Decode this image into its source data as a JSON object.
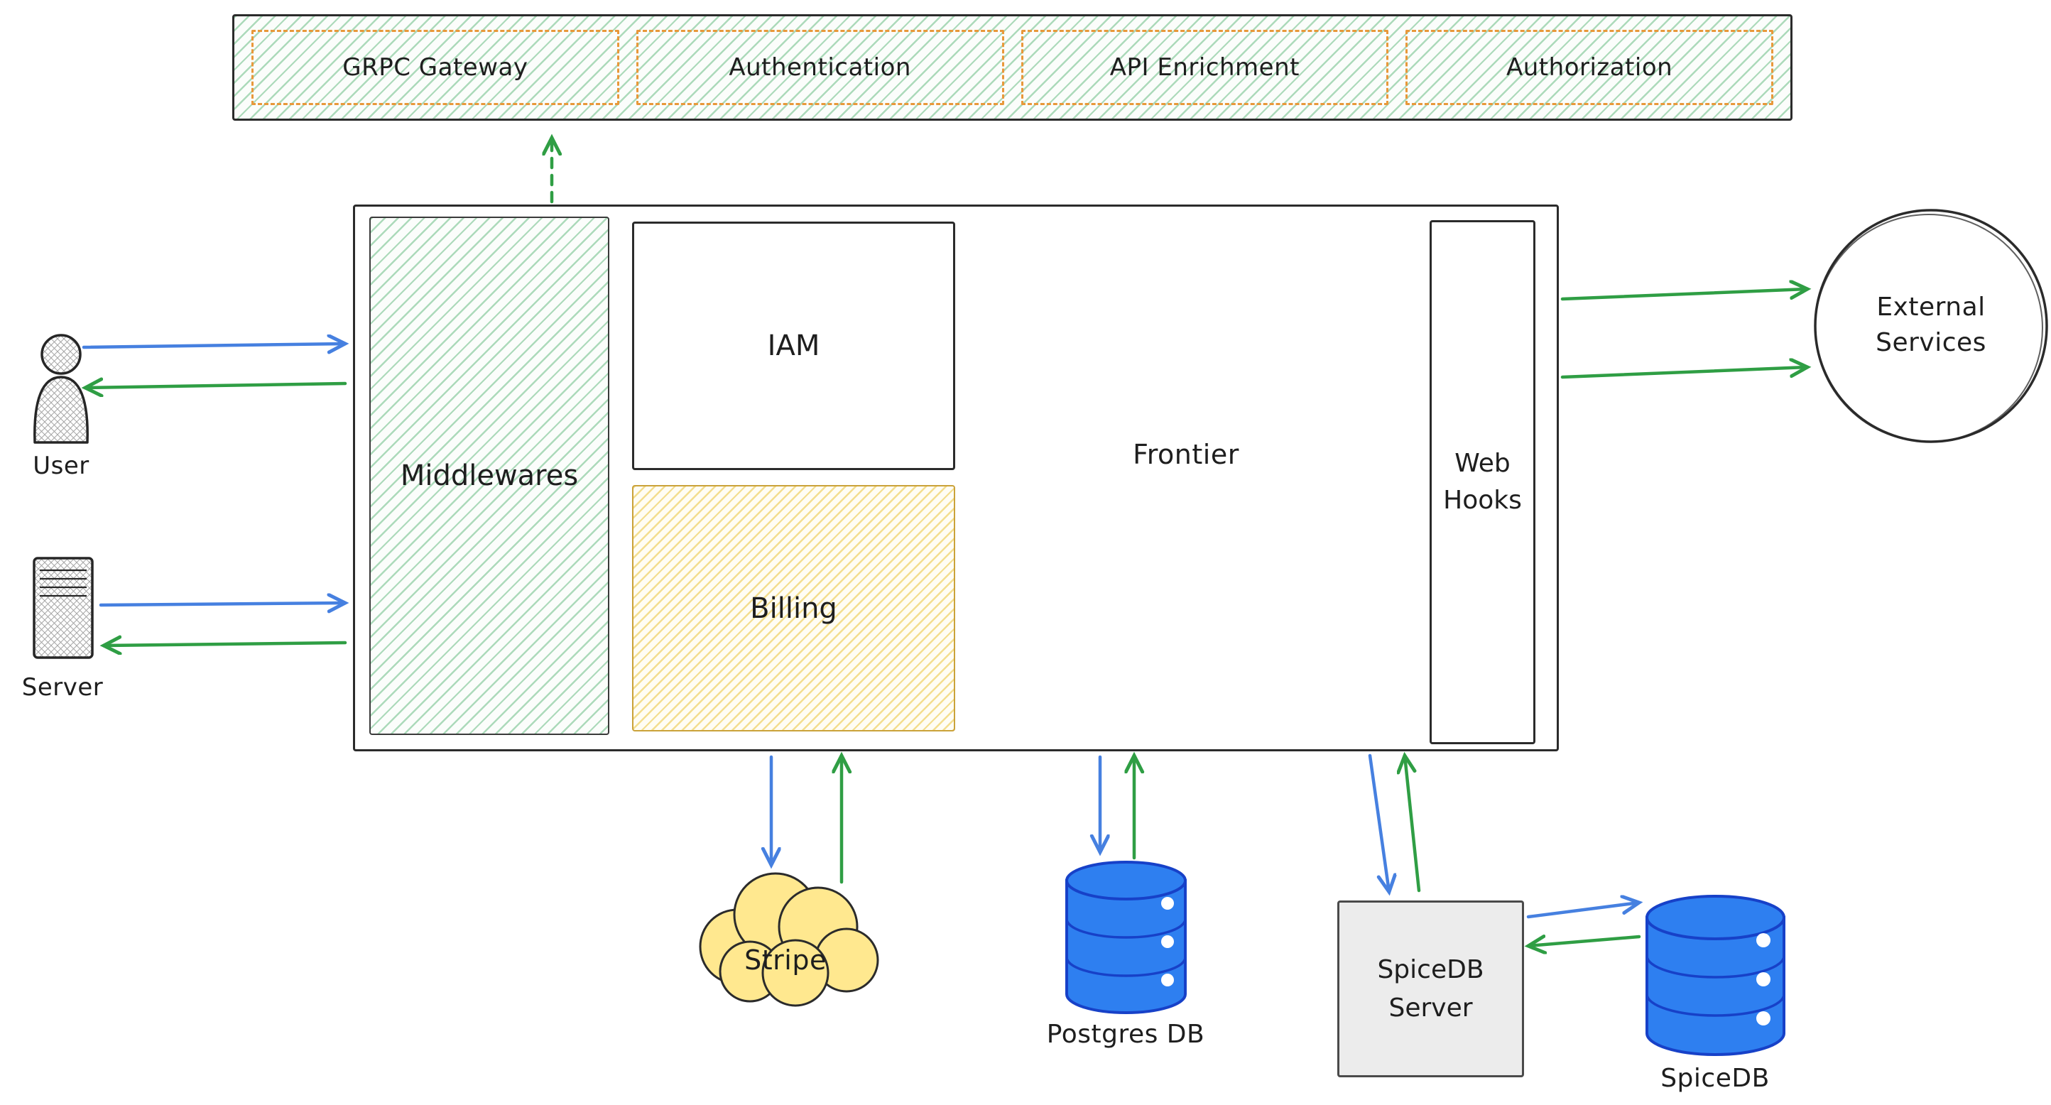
{
  "colors": {
    "ink": "#1e1e1e",
    "sketch_stroke": "#2b2b2b",
    "arrow_blue": "#4680e0",
    "arrow_green": "#2f9e44",
    "orange_dash": "#e8983a",
    "hatch_green_line": "rgba(76,175,108,0.45)",
    "hatch_green_bg": "#fbfdfb",
    "hatch_yellow_line": "rgba(234,196,60,0.55)",
    "hatch_yellow_bg": "#fffdf4",
    "billing_border": "#caa23a",
    "cylinder_fill": "#2e7ff0",
    "cylinder_stroke": "#1741c8",
    "cloud_fill": "#ffe88f",
    "gray_fill": "#ececec",
    "gray_stroke": "#4a4a4a",
    "pattern_line": "#a6a6a6"
  },
  "pipeline_bar": {
    "items": [
      {
        "label": "GRPC Gateway"
      },
      {
        "label": "Authentication"
      },
      {
        "label": "API Enrichment"
      },
      {
        "label": "Authorization"
      }
    ]
  },
  "frontier_system": {
    "middlewares_label": "Middlewares",
    "iam_label": "IAM",
    "billing_label": "Billing",
    "frontier_label": "Frontier",
    "webhooks_label": "Web Hooks"
  },
  "actors": {
    "user_label": "User",
    "server_label": "Server"
  },
  "external_services": {
    "label": "External Services"
  },
  "stores": {
    "stripe_label": "Stripe",
    "postgres_label": "Postgres DB",
    "spicedb_server_label": "SpiceDB Server",
    "spicedb_label": "SpiceDB"
  }
}
